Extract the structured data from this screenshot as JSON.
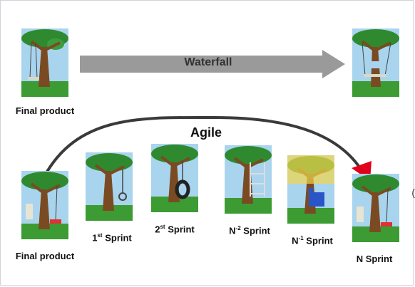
{
  "waterfall": {
    "label": "Waterfall",
    "start_label": "Final product"
  },
  "agile": {
    "label": "Agile",
    "start_label": "Final product",
    "sprints": [
      {
        "prefix": "1",
        "sup": "st",
        "suffix": " Sprint",
        "variant": "noose"
      },
      {
        "prefix": "2",
        "sup": "st",
        "suffix": " Sprint",
        "variant": "tire"
      },
      {
        "prefix": "N",
        "sup": "-2",
        "suffix": " Sprint",
        "variant": "ladder"
      },
      {
        "prefix": "N",
        "sup": "-1",
        "suffix": " Sprint",
        "variant": "chair"
      },
      {
        "prefix": "N",
        "sup": "",
        "suffix": " Sprint",
        "variant": "final"
      }
    ]
  },
  "colors": {
    "sky": "#a9d4ee",
    "leaves": "#2f8a2f",
    "grass": "#3c9b33",
    "trunk": "#7a4b22",
    "arrow_gray": "#9a9a9a",
    "arc": "#3a3a3a",
    "arrow_head": "#e0001a"
  }
}
